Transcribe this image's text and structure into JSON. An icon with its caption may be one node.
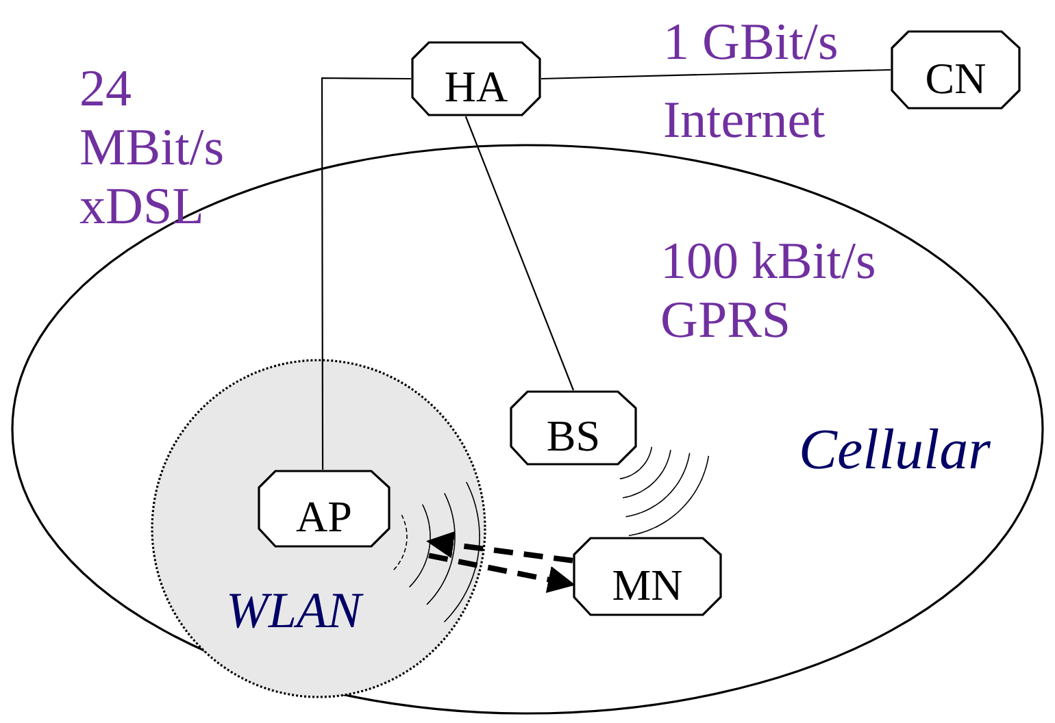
{
  "diagram": {
    "nodes": [
      {
        "text": [
          "HA"
        ]
      },
      {
        "text": [
          "CN"
        ]
      },
      {
        "text": [
          "Cellular"
        ]
      },
      {
        "text": [
          "BS"
        ],
        "in": 2
      },
      {
        "text": [
          "WLAN"
        ],
        "in": 2
      },
      {
        "text": [
          "AP"
        ],
        "in": 4
      },
      {
        "text": [
          "MN"
        ],
        "in": 2
      }
    ],
    "edges": [
      {
        "from": 0,
        "to": 1,
        "arrow": "none"
      },
      {
        "from": 0,
        "to": 5,
        "arrow": "none"
      },
      {
        "from": 0,
        "to": 3,
        "arrow": "none"
      },
      {
        "from": 6,
        "to": 5,
        "arrow": "to",
        "style": "dashed"
      },
      {
        "from": 5,
        "to": 6,
        "arrow": "to",
        "style": "dashed"
      }
    ],
    "labels": [
      "1 GBit/s",
      "Internet",
      "24 MBit/s xDSL",
      "100 kBit/s GPRS"
    ]
  }
}
